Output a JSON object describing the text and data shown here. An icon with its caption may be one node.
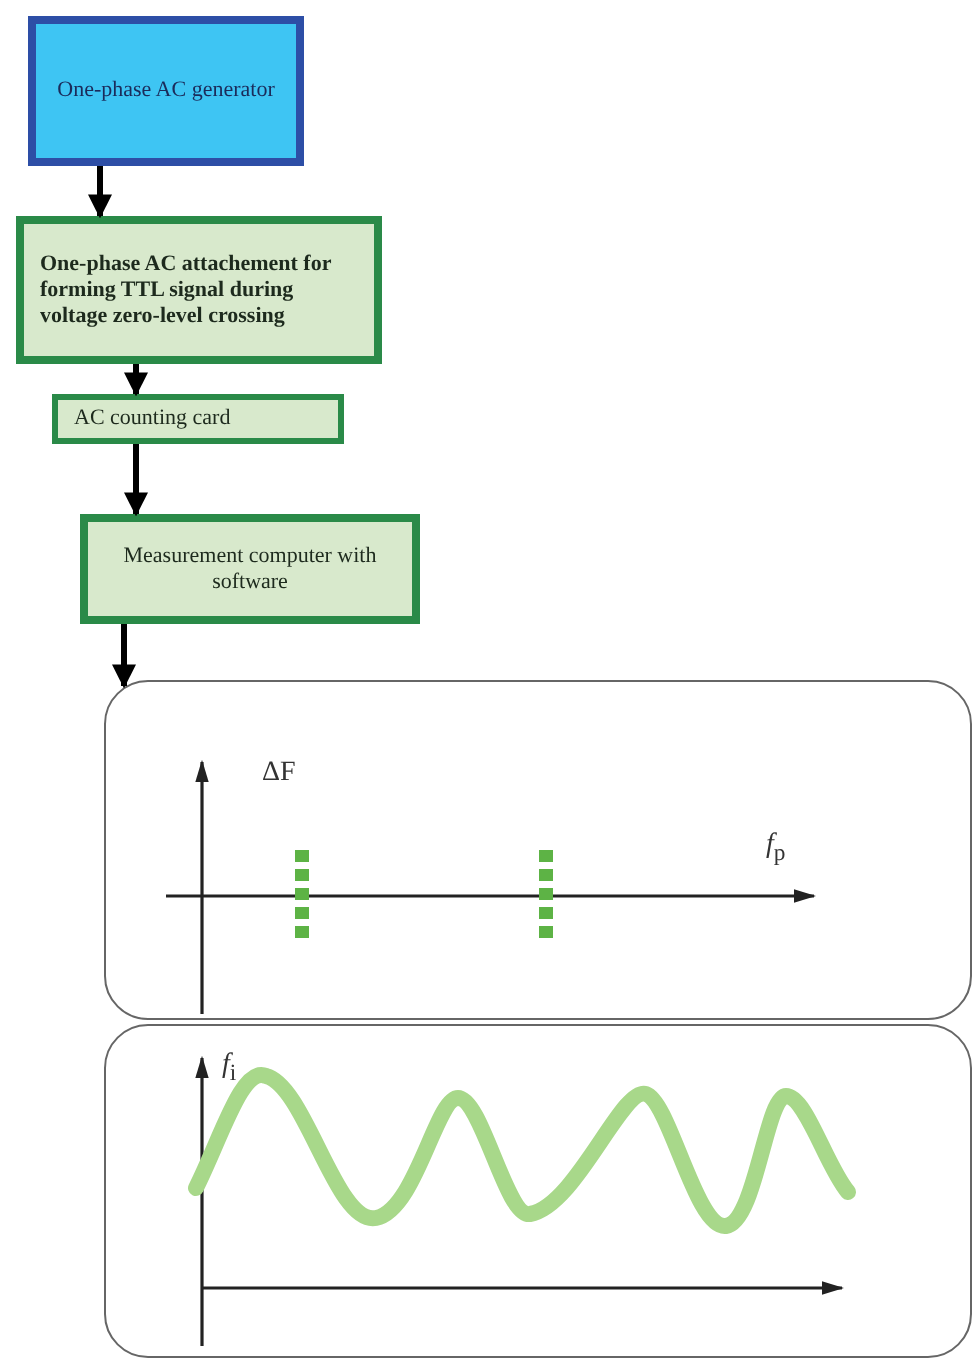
{
  "diagram": {
    "nodes": [
      {
        "text": [
          "One-phase AC generator"
        ]
      },
      {
        "text": [
          "One-phase AC attachement for forming TTL signal during voltage zero-level crossing"
        ]
      },
      {
        "text": [
          "AC counting card"
        ]
      },
      {
        "text": [
          "Measurement computer with software"
        ]
      },
      {
        "text": [
          "ΔF",
          "*f*$_{p}$"
        ]
      },
      {
        "text": [
          "*f*$_{i}$"
        ]
      }
    ],
    "edges": [
      {
        "from": 0,
        "to": 1,
        "arrow": "to"
      },
      {
        "from": 1,
        "to": 2,
        "arrow": "to"
      },
      {
        "from": 2,
        "to": 3,
        "arrow": "to"
      },
      {
        "from": 3,
        "to": 4,
        "arrow": "to"
      }
    ]
  }
}
